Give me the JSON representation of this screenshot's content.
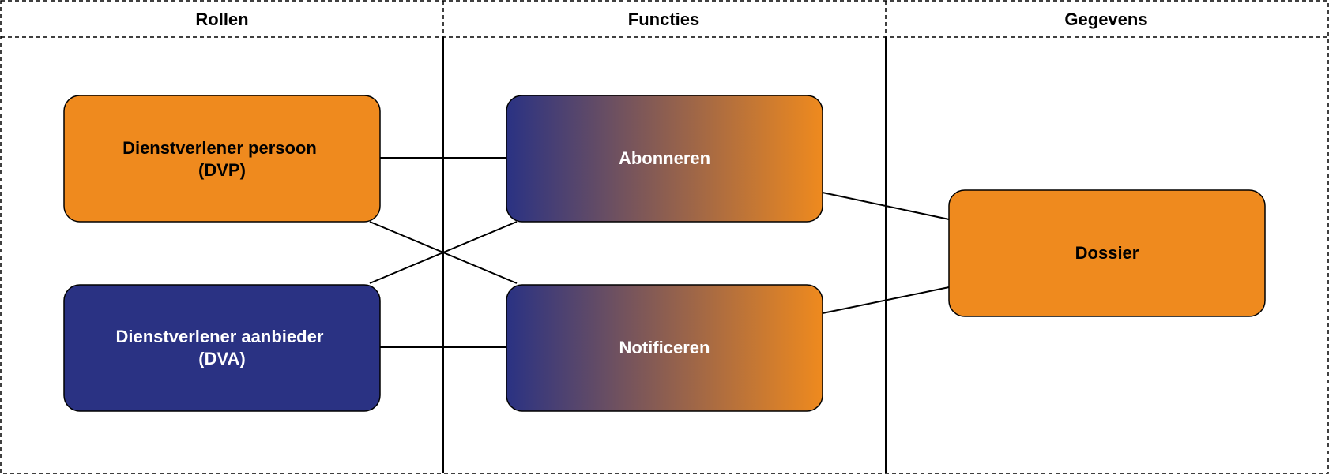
{
  "columns": {
    "roles": "Rollen",
    "functions": "Functies",
    "data": "Gegevens"
  },
  "nodes": {
    "dvp": {
      "line1": "Dienstverlener persoon",
      "line2": "(DVP)"
    },
    "dva": {
      "line1": "Dienstverlener aanbieder",
      "line2": "(DVA)"
    },
    "abonneren": {
      "label": "Abonneren"
    },
    "notificeren": {
      "label": "Notificeren"
    },
    "dossier": {
      "label": "Dossier"
    }
  },
  "colors": {
    "orange": "#EF8A1E",
    "navy": "#2A3283",
    "white_text": "#FFFFFF",
    "dark_text": "#000000"
  }
}
